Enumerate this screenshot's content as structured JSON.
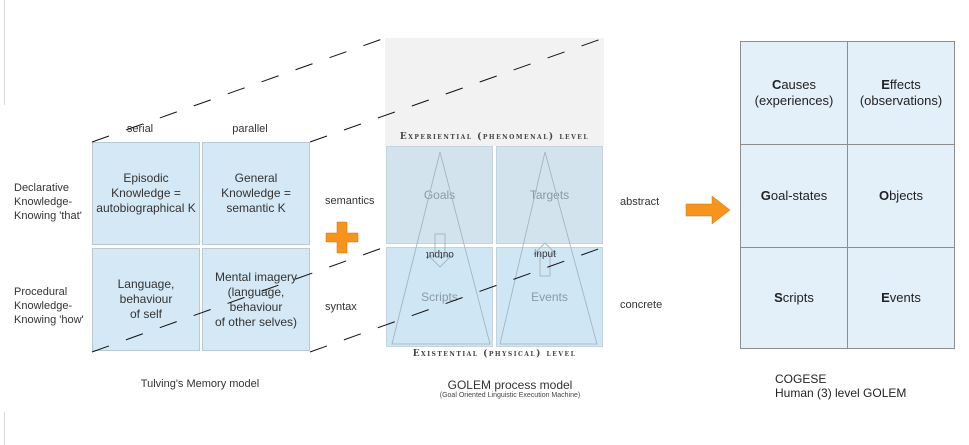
{
  "tulving": {
    "column_headers": [
      "serial",
      "parallel"
    ],
    "row_headers": [
      [
        "Declarative",
        "Knowledge-",
        "Knowing 'that'"
      ],
      [
        "Procedural",
        "Knowledge-",
        "Knowing 'how'"
      ]
    ],
    "cells": [
      [
        "Episodic",
        "Knowledge =",
        "autobiographical K"
      ],
      [
        "General",
        "Knowledge =",
        "semantic K"
      ],
      [
        "Language, behaviour",
        "of self"
      ],
      [
        "Mental imagery",
        "(language, behaviour",
        "of other selves)"
      ]
    ],
    "caption": "Tulving's Memory model",
    "row_right_labels": [
      "semantics",
      "syntax"
    ]
  },
  "golem": {
    "top_level_label": "Experiential (phenomenal) level",
    "bottom_level_label": "Existential (physical) level",
    "cells": [
      "Goals",
      "Targets",
      "Scripts",
      "Events"
    ],
    "arrow_labels": {
      "output": "output",
      "input": "input"
    },
    "row_right_labels": [
      "abstract",
      "concrete"
    ],
    "caption_title": "GOLEM process model",
    "caption_subtitle": "(Goal Oriented Linguistic Execution Machine)"
  },
  "cogese": {
    "cells": [
      {
        "initial": "C",
        "rest": "auses",
        "sub": "(experiences)"
      },
      {
        "initial": "E",
        "rest": "ffects",
        "sub": "(observations)"
      },
      {
        "initial": "G",
        "rest": "oal-states",
        "sub": ""
      },
      {
        "initial": "O",
        "rest": "bjects",
        "sub": ""
      },
      {
        "initial": "S",
        "rest": "cripts",
        "sub": ""
      },
      {
        "initial": "E",
        "rest": "vents",
        "sub": ""
      }
    ],
    "caption_line1": "COGESE",
    "caption_line2": "Human (3) level GOLEM"
  },
  "colors": {
    "accent_orange": "#f7941d",
    "tulving_cell": "#d4e8f5",
    "cogese_cell": "#e3eff9",
    "golem_grey": "#f2f2f2"
  },
  "icons": {
    "plus": "plus-icon",
    "arrow": "arrow-right-icon"
  }
}
